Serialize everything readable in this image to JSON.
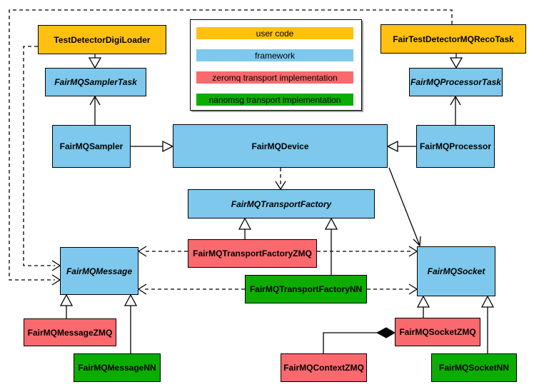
{
  "colors": {
    "user": "#FFC10D",
    "framework": "#7DC8EC",
    "zeromq": "#F9696D",
    "nanomsg": "#0DAD00",
    "background": "#FFFFFF",
    "line": "#000000"
  },
  "legend": {
    "items": [
      {
        "label": "user code",
        "type": "user"
      },
      {
        "label": "framework",
        "type": "framework"
      },
      {
        "label": "zeromq transport implementation",
        "type": "zeromq"
      },
      {
        "label": "nanomsg transport implementation",
        "type": "nanomsg"
      }
    ]
  },
  "nodes": {
    "test_detector_digi_loader": {
      "label": "TestDetectorDigiLoader",
      "type": "user",
      "abstract": false
    },
    "fair_test_detector_mq_reco_task": {
      "label": "FairTestDetectorMQRecoTask",
      "type": "user",
      "abstract": false
    },
    "fairmq_sampler_task": {
      "label": "FairMQSamplerTask",
      "type": "framework",
      "abstract": true
    },
    "fairmq_processor_task": {
      "label": "FairMQProcessorTask",
      "type": "framework",
      "abstract": true
    },
    "fairmq_sampler": {
      "label": "FairMQSampler",
      "type": "framework",
      "abstract": false
    },
    "fairmq_device": {
      "label": "FairMQDevice",
      "type": "framework",
      "abstract": false
    },
    "fairmq_processor": {
      "label": "FairMQProcessor",
      "type": "framework",
      "abstract": false
    },
    "fairmq_transport_factory": {
      "label": "FairMQTransportFactory",
      "type": "framework",
      "abstract": true
    },
    "fairmq_transport_factory_zmq": {
      "label": "FairMQTransportFactoryZMQ",
      "type": "zeromq",
      "abstract": false
    },
    "fairmq_transport_factory_nn": {
      "label": "FairMQTransportFactoryNN",
      "type": "nanomsg",
      "abstract": false
    },
    "fairmq_message": {
      "label": "FairMQMessage",
      "type": "framework",
      "abstract": true
    },
    "fairmq_socket": {
      "label": "FairMQSocket",
      "type": "framework",
      "abstract": true
    },
    "fairmq_message_zmq": {
      "label": "FairMQMessageZMQ",
      "type": "zeromq",
      "abstract": false
    },
    "fairmq_message_nn": {
      "label": "FairMQMessageNN",
      "type": "nanomsg",
      "abstract": false
    },
    "fairmq_context_zmq": {
      "label": "FairMQContextZMQ",
      "type": "zeromq",
      "abstract": false
    },
    "fairmq_socket_zmq": {
      "label": "FairMQSocketZMQ",
      "type": "zeromq",
      "abstract": false
    },
    "fairmq_socket_nn": {
      "label": "FairMQSocketNN",
      "type": "nanomsg",
      "abstract": false
    }
  }
}
